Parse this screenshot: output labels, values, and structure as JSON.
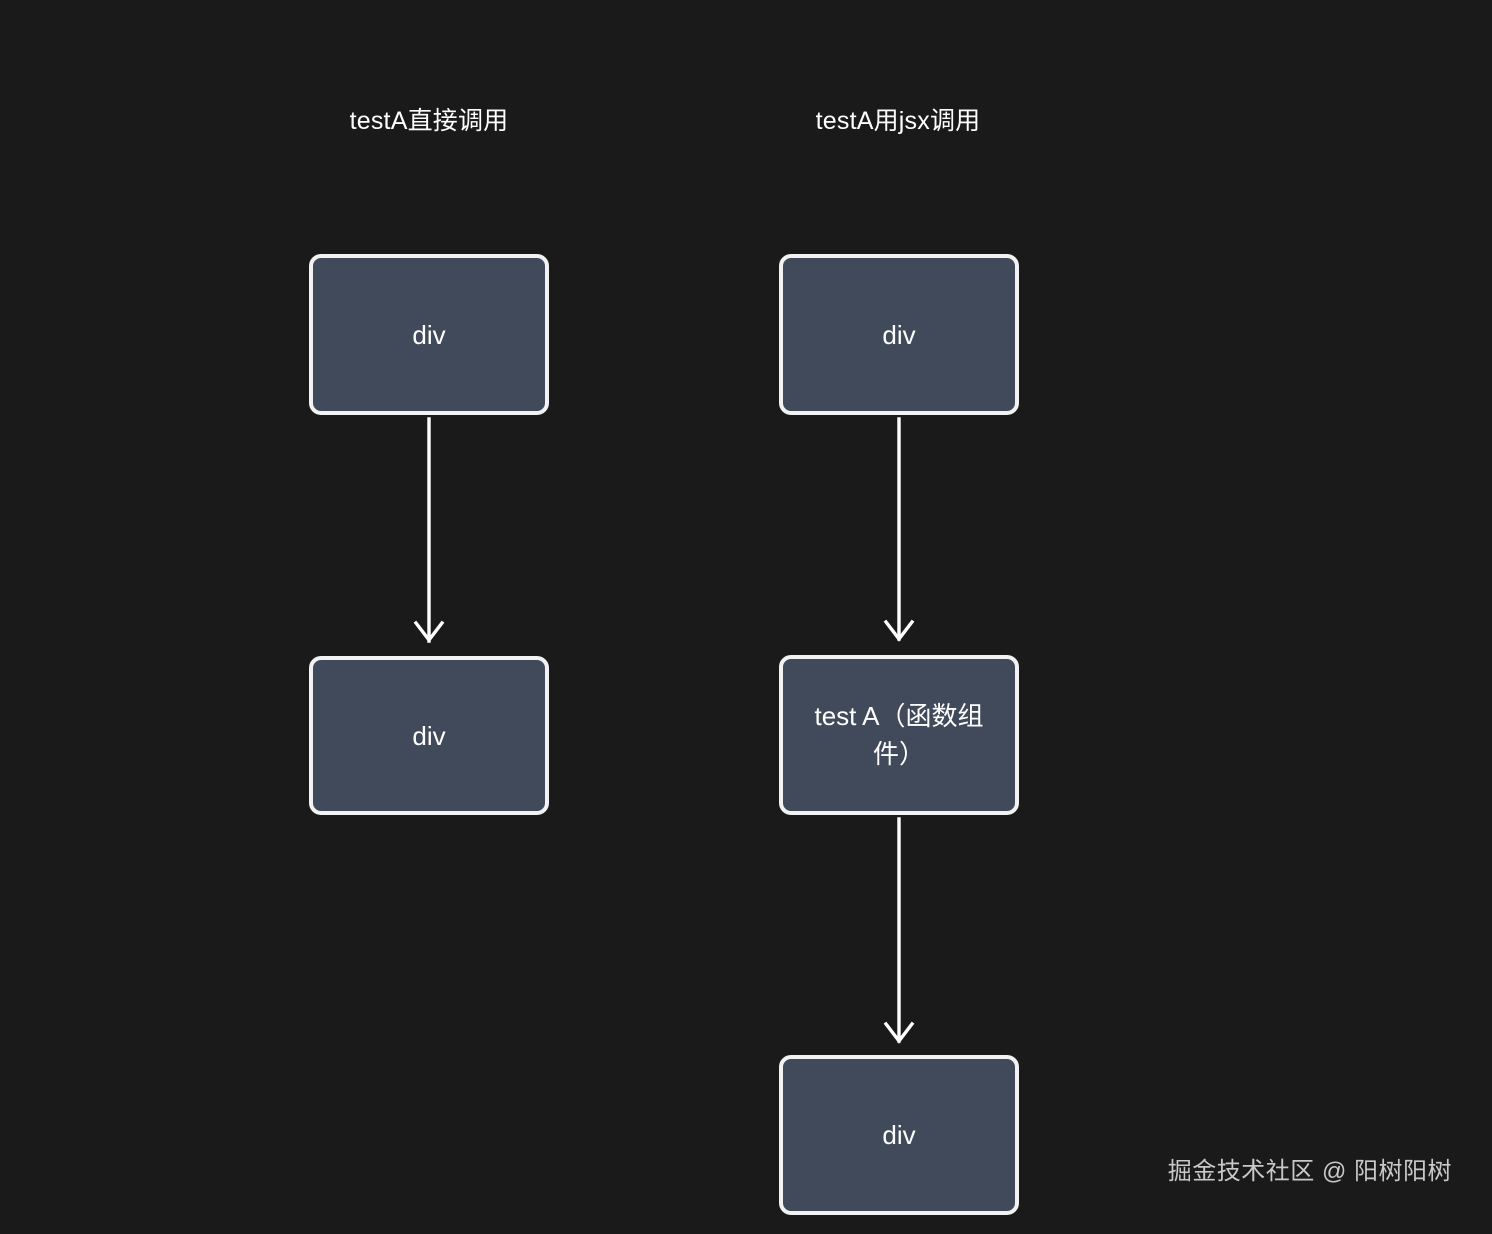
{
  "diagram": {
    "background_color": "#1a1a1a",
    "node_fill_color": "#414a5a",
    "node_border_color": "#f2f2f2",
    "text_color": "#ffffff",
    "columns": [
      {
        "id": "left",
        "title": "testA直接调用",
        "nodes": [
          {
            "id": "l1",
            "label": "div"
          },
          {
            "id": "l2",
            "label": "div"
          }
        ],
        "arrows": [
          {
            "id": "l1",
            "from": "l1",
            "to": "l2",
            "direction": "down"
          }
        ]
      },
      {
        "id": "right",
        "title": "testA用jsx调用",
        "nodes": [
          {
            "id": "r1",
            "label": "div"
          },
          {
            "id": "r2",
            "label": "test A（函数组件）"
          },
          {
            "id": "r3",
            "label": "div"
          }
        ],
        "arrows": [
          {
            "id": "r1",
            "from": "r1",
            "to": "r2",
            "direction": "down"
          },
          {
            "id": "r2",
            "from": "r2",
            "to": "r3",
            "direction": "down"
          }
        ]
      }
    ]
  },
  "watermark": {
    "text": "掘金技术社区 @ 阳树阳树"
  }
}
